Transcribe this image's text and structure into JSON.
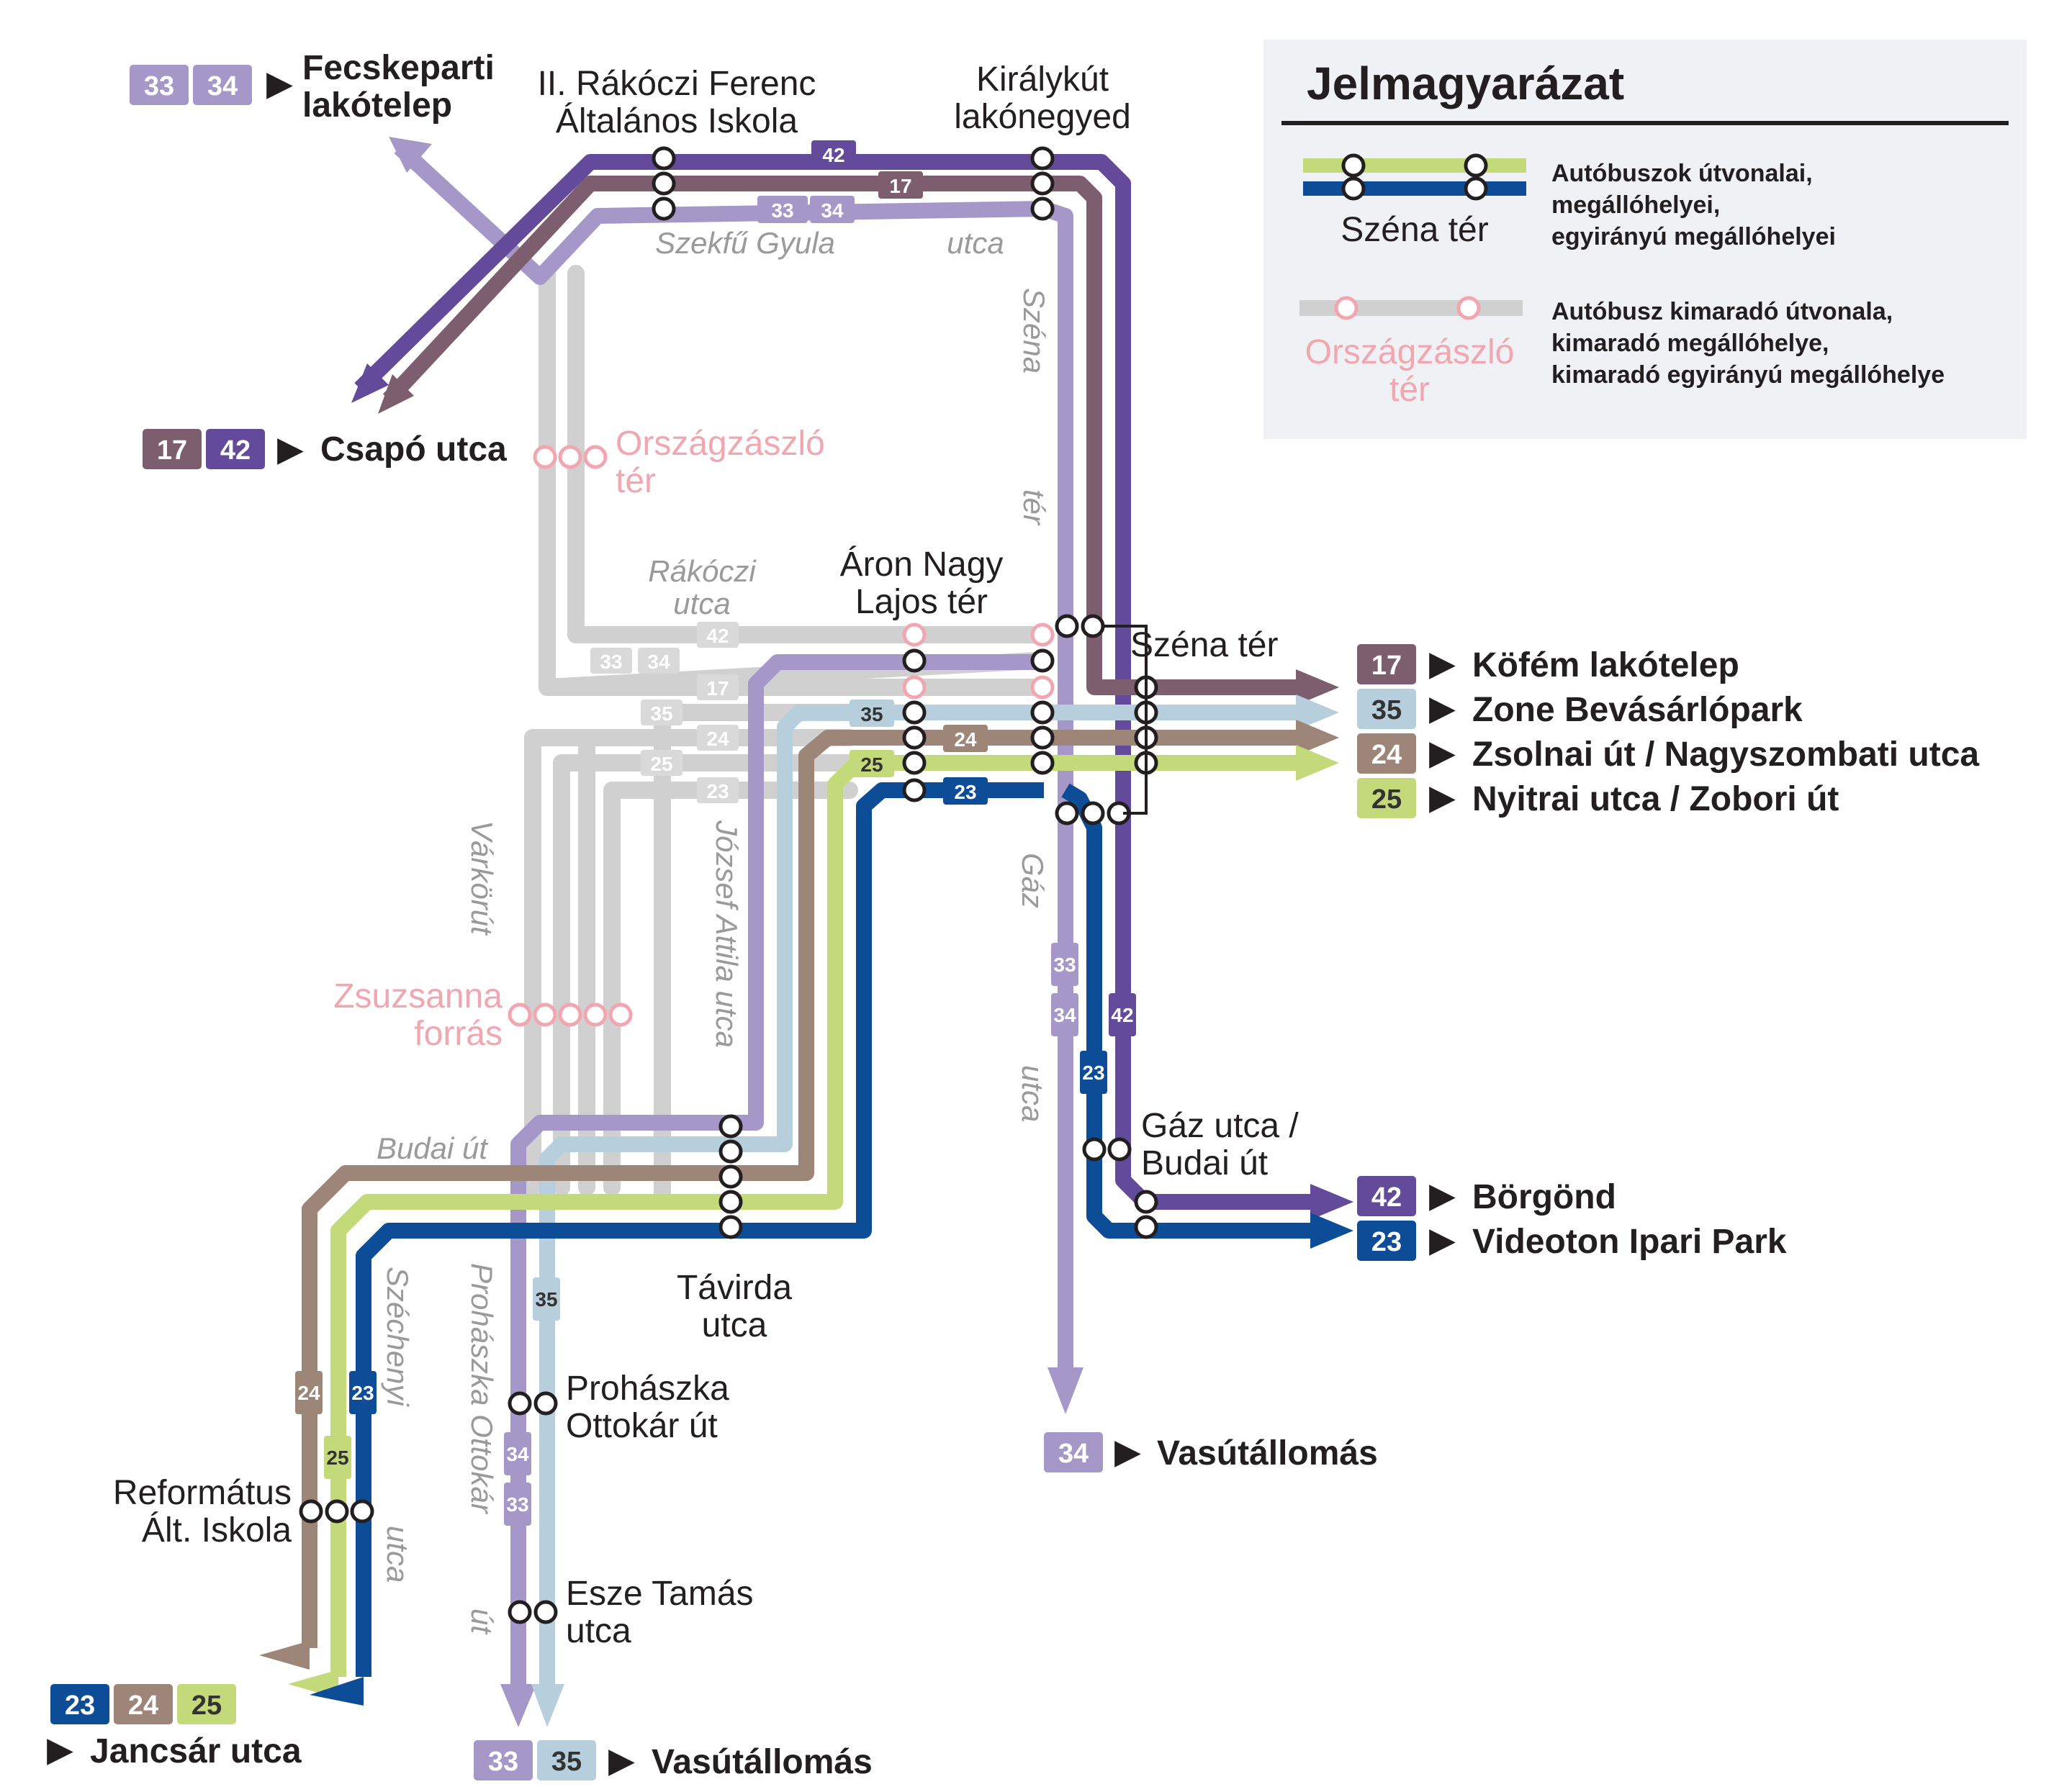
{
  "legend": {
    "title": "Jelmagyarázat",
    "normal_stop_name": "Széna tér",
    "normal_desc": [
      "Autóbuszok útvonalai,",
      "megállóhelyei,",
      "egyirányú megállóhelyei"
    ],
    "closed_stop_name": [
      "Országzászló",
      "tér"
    ],
    "closed_desc": [
      "Autóbusz kimaradó útvonala,",
      "kimaradó megállóhelye,",
      "kimaradó egyirányú megállóhelye"
    ]
  },
  "colors": {
    "r17": "#7d5e6e",
    "r23": "#0d4d98",
    "r24": "#9d8577",
    "r25": "#c4d97a",
    "r33": "#a597c8",
    "r34": "#a597c8",
    "r35": "#b7cfdd",
    "r42": "#644a9b",
    "closed_line": "#d0d0d0",
    "closed_stop": "#f2a7b0",
    "legend_bg": "#f0f1f5"
  },
  "routes": {
    "r17": "17",
    "r23": "23",
    "r24": "24",
    "r25": "25",
    "r33": "33",
    "r34": "34",
    "r35": "35",
    "r42": "42"
  },
  "stops": {
    "fecskeparti": [
      "Fecskeparti",
      "lakótelep"
    ],
    "rakoczi_school": [
      "II. Rákóczi Ferenc",
      "Általános Iskola"
    ],
    "kiralykut": [
      "Királykút",
      "lakónegyed"
    ],
    "csapo": "Csapó utca",
    "orszagzaszlo": [
      "Országzászló",
      "tér"
    ],
    "aron_nagy": [
      "Áron Nagy",
      "Lajos tér"
    ],
    "szena_ter": "Széna tér",
    "zsuzsanna": [
      "Zsuzsanna",
      "forrás"
    ],
    "tavirda": [
      "Távirda",
      "utca"
    ],
    "gaz_budai": [
      "Gáz utca /",
      "Budai út"
    ],
    "prohaszka": [
      "Prohászka",
      "Ottokár út"
    ],
    "esze": [
      "Esze Tamás",
      "utca"
    ],
    "reformatus": [
      "Református",
      "Ált. Iskola"
    ]
  },
  "destinations": {
    "kofem": "Köfém lakótelep",
    "zone": "Zone Bevásárlópark",
    "zsolnai": "Zsolnai út / Nagyszombati utca",
    "nyitrai": "Nyitrai utca / Zobori út",
    "borgond": "Börgönd",
    "videoton": "Videoton Ipari Park",
    "vasut34": "Vasútállomás",
    "vasut3335": "Vasútállomás",
    "jancsar": "Jancsár utca"
  },
  "streets": {
    "szekfu1": "Szekfű Gyula",
    "szekfu2": "utca",
    "szena1": "Széna",
    "szena2": "tér",
    "rakoczi": [
      "Rákóczi",
      "utca"
    ],
    "varkorut": "Várkörút",
    "jozsef": "József Attila utca",
    "gaz1": "Gáz",
    "gaz2": "utca",
    "budai": "Budai út",
    "szechenyi1": "Széchenyi",
    "szechenyi2": "utca",
    "prohaszka_ut1": "Prohászka Ottokár",
    "prohaszka_ut2": "út"
  },
  "arrow": "▶"
}
